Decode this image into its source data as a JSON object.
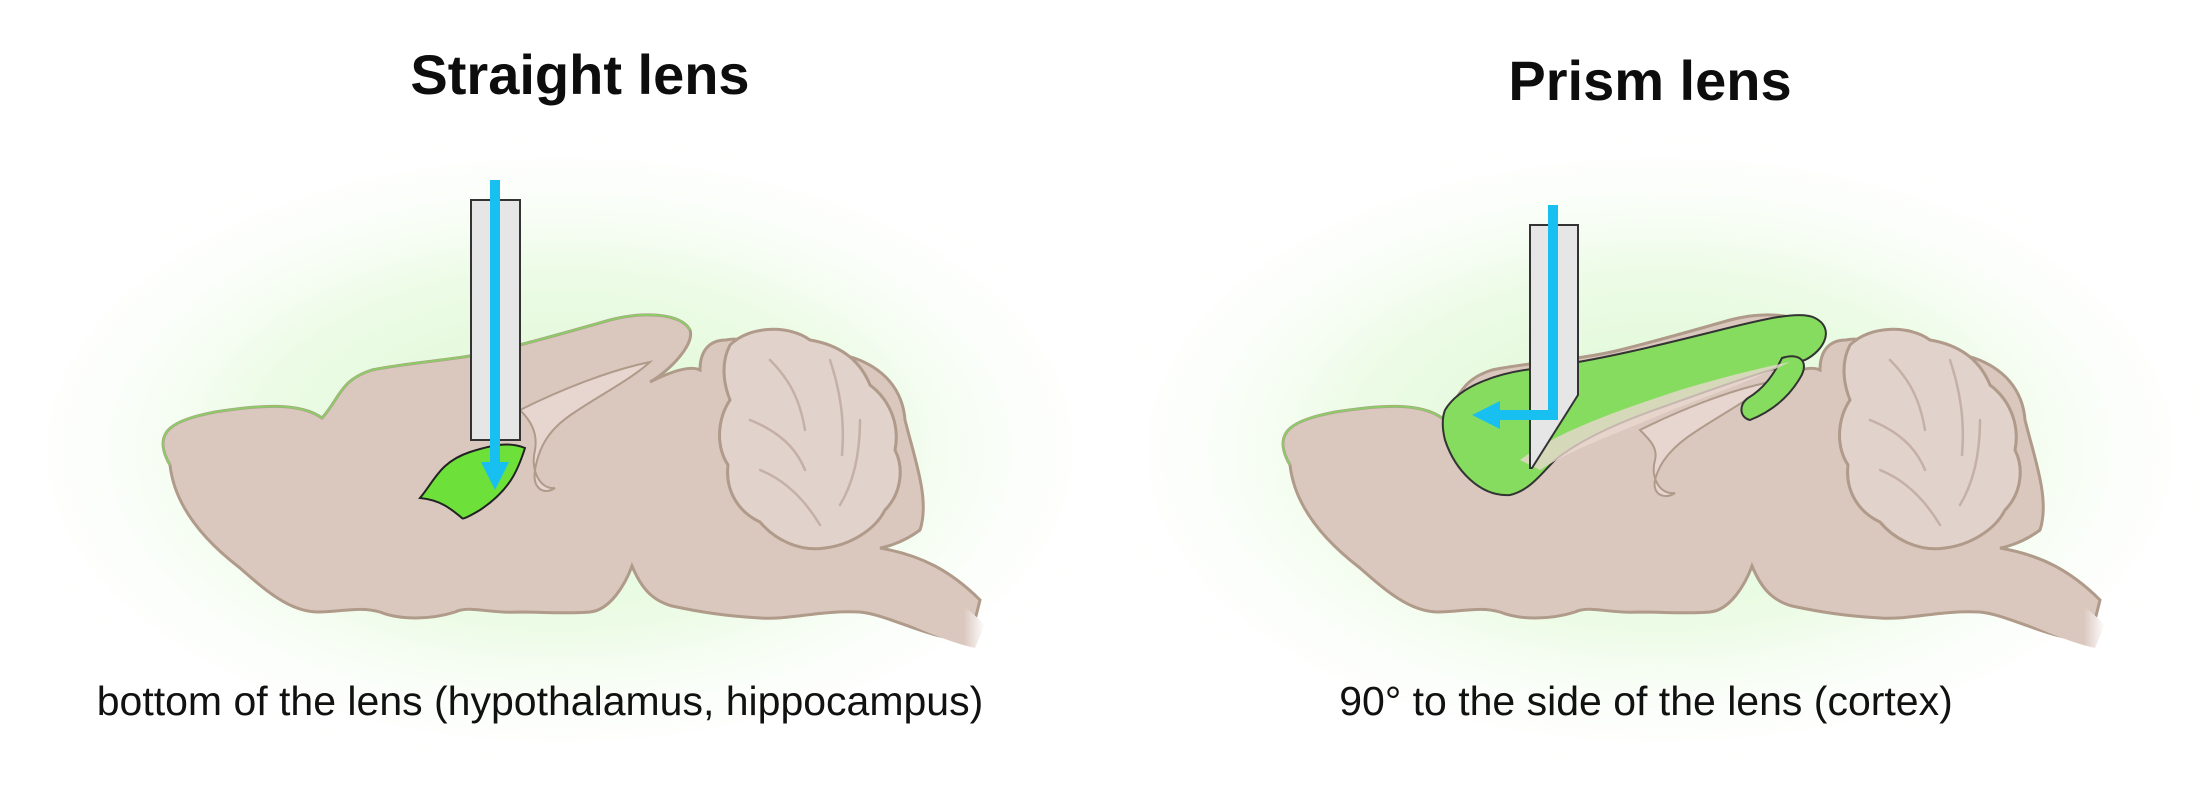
{
  "panels": [
    {
      "title": "Straight lens",
      "caption": "bottom of the lens (hypothalamus, hippocampus)"
    },
    {
      "title": "Prism lens",
      "caption": "90° to the side of the lens (cortex)"
    }
  ],
  "colors": {
    "brain_fill": "#dac8bf",
    "brain_outline": "#b09a8a",
    "cerebellum_fill": "#e2d2cc",
    "fluorescence_green": "#6ee03a",
    "fluorescence_glow": "#e6fbe0",
    "light_blue": "#18c0f2",
    "lens_fill": "#e6e6e6",
    "lens_outline": "#333333"
  }
}
